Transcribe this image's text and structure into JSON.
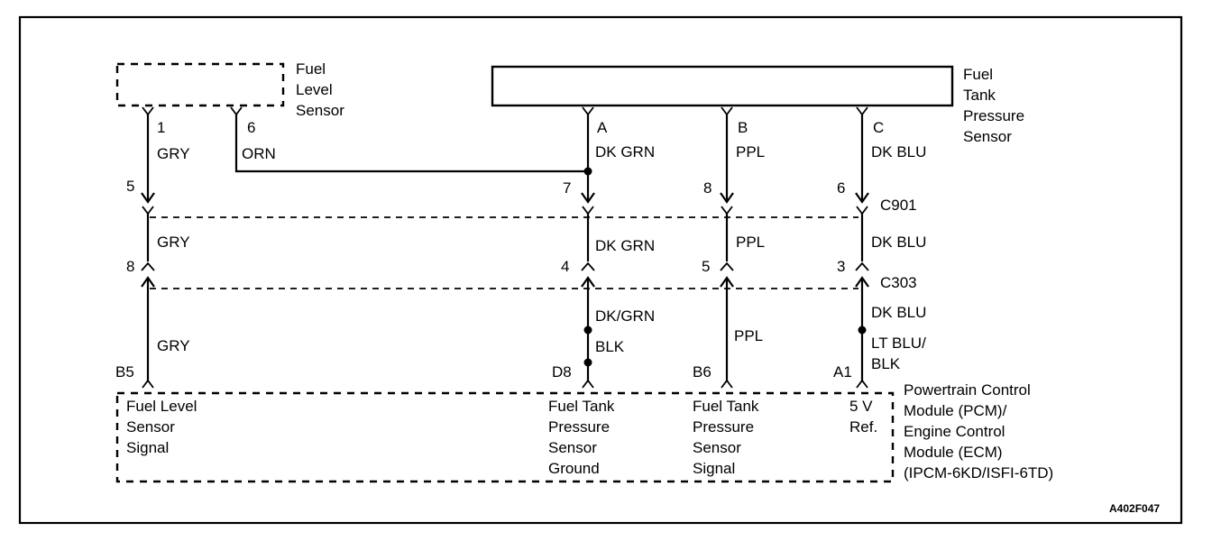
{
  "components": {
    "fuel_level_sensor": {
      "line1": "Fuel",
      "line2": "Level",
      "line3": "Sensor"
    },
    "fuel_tank_pressure_sensor": {
      "line1": "Fuel",
      "line2": "Tank",
      "line3": "Pressure",
      "line4": "Sensor"
    },
    "pcm": {
      "line1": "Powertrain Control",
      "line2": "Module (PCM)/",
      "line3": "Engine Control",
      "line4": "Module (ECM)",
      "line5": "(IPCM-6KD/ISFI-6TD)"
    }
  },
  "connectors": {
    "c901": "C901",
    "c303": "C303"
  },
  "circuits": {
    "gry": {
      "pin_sensor": "1",
      "wire_upper": "GRY",
      "pin_c901": "5",
      "wire_middle": "GRY",
      "pin_c303": "8",
      "wire_lower": "GRY",
      "pin_pcm": "B5",
      "function1": "Fuel Level",
      "function2": "Sensor",
      "function3": "Signal"
    },
    "orn": {
      "pin_sensor": "6",
      "wire": "ORN"
    },
    "dkgrn": {
      "pin_sensor": "A",
      "wire_upper": "DK GRN",
      "pin_c901": "7",
      "wire_middle": "DK GRN",
      "pin_c303": "4",
      "wire_lower1": "DK/GRN",
      "wire_lower2": "BLK",
      "pin_pcm": "D8",
      "function1": "Fuel Tank",
      "function2": "Pressure",
      "function3": "Sensor",
      "function4": "Ground"
    },
    "ppl": {
      "pin_sensor": "B",
      "wire_upper": "PPL",
      "pin_c901": "8",
      "wire_middle": "PPL",
      "pin_c303": "5",
      "wire_lower": "PPL",
      "pin_pcm": "B6",
      "function1": "Fuel Tank",
      "function2": "Pressure",
      "function3": "Sensor",
      "function4": "Signal"
    },
    "dkblu": {
      "pin_sensor": "C",
      "wire_upper": "DK BLU",
      "pin_c901": "6",
      "wire_middle": "DK BLU",
      "pin_c303": "3",
      "wire_lower1": "DK BLU",
      "wire_lower2": "LT BLU/",
      "wire_lower3": "BLK",
      "pin_pcm": "A1",
      "function1": "5 V",
      "function2": "Ref."
    }
  },
  "figure_id": "A402F047"
}
